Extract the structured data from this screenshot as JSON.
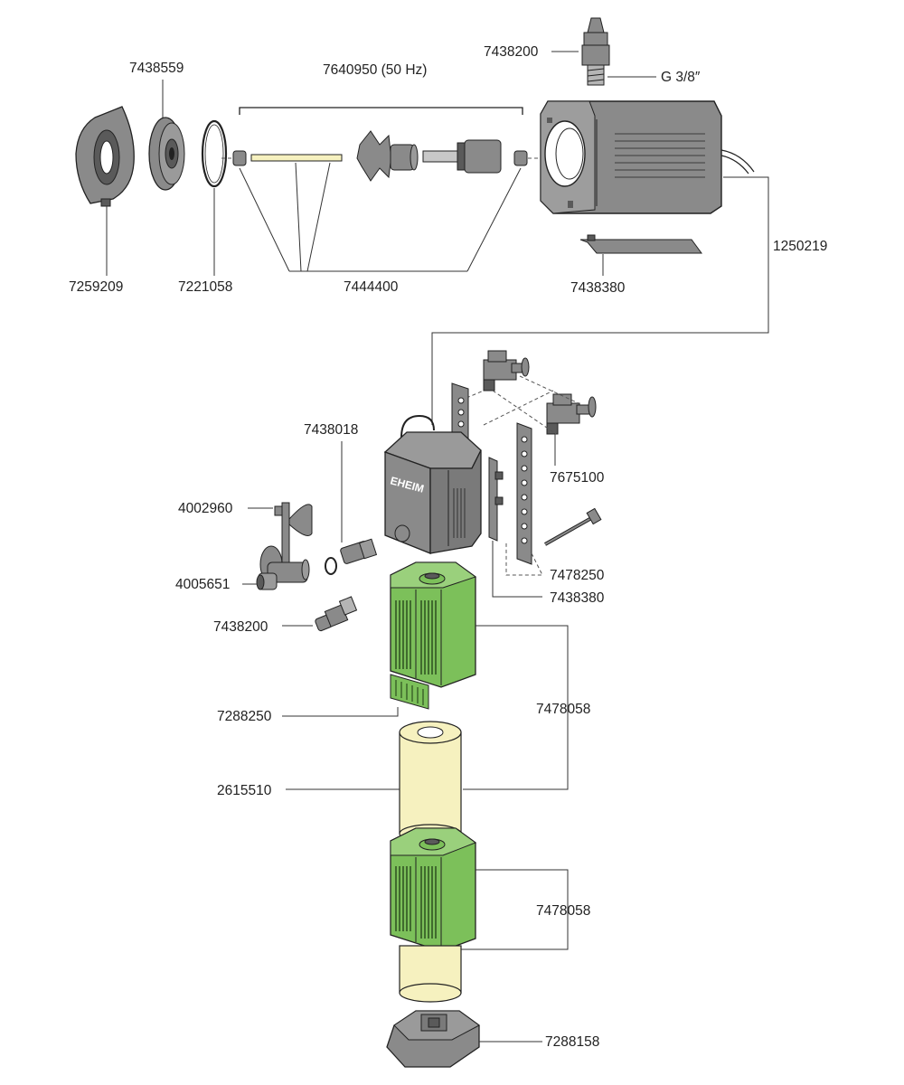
{
  "labels": {
    "l7438559": "7438559",
    "l7640950": "7640950 (50 Hz)",
    "l7438200_top": "7438200",
    "lg38": "G 3/8″",
    "l1250219": "1250219",
    "l7259209": "7259209",
    "l7221058": "7221058",
    "l7444400": "7444400",
    "l7438380_top": "7438380",
    "l7438018": "7438018",
    "l4002960": "4002960",
    "l4005651": "4005651",
    "l7438200_mid": "7438200",
    "l7675100": "7675100",
    "l7478250": "7478250",
    "l7438380_mid": "7438380",
    "l7288250": "7288250",
    "l7478058_a": "7478058",
    "l2615510": "2615510",
    "l7478058_b": "7478058",
    "l7288158": "7288158"
  },
  "logo": {
    "text": "EHEIM"
  },
  "colors": {
    "part_grey": "#8a8a8a",
    "part_dark": "#5a5a5a",
    "filter_green": "#7cc05a",
    "sponge_yellow": "#f6f1bf",
    "line": "#333333"
  }
}
